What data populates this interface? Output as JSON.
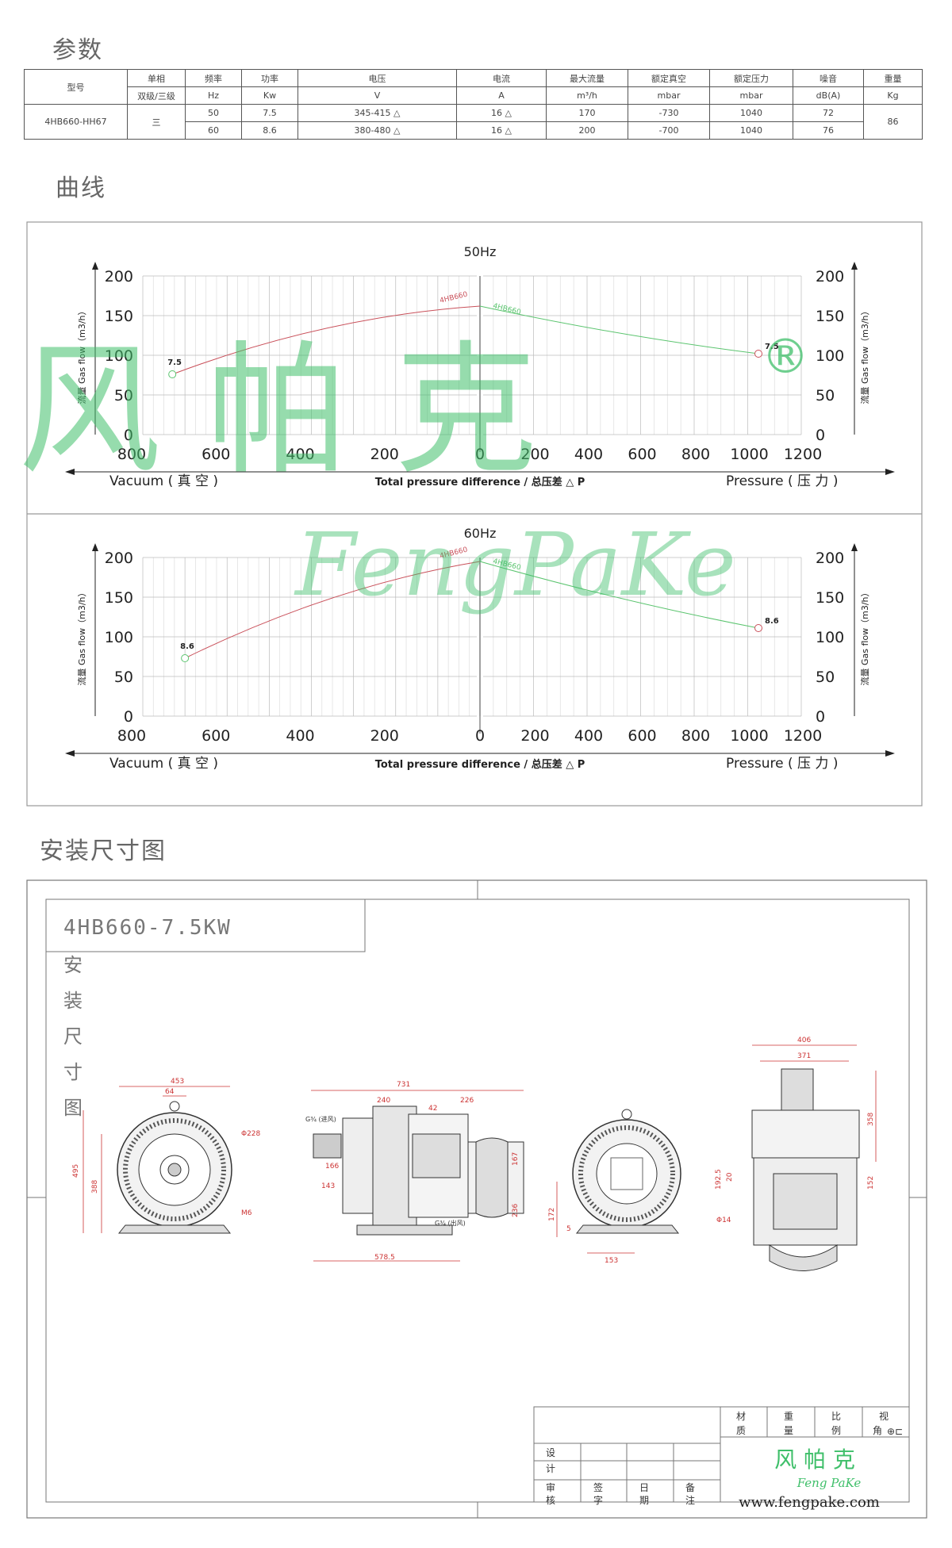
{
  "sections": {
    "params": "参数",
    "curves": "曲线",
    "install": "安装尺寸图"
  },
  "spec_table": {
    "model_label": "型号",
    "headers": [
      "单相",
      "频率",
      "功率",
      "电压",
      "电流",
      "最大流量",
      "额定真空",
      "额定压力",
      "噪音",
      "重量"
    ],
    "units": [
      "双级/三级",
      "Hz",
      "Kw",
      "V",
      "A",
      "m³/h",
      "mbar",
      "mbar",
      "dB(A)",
      "Kg"
    ],
    "model": "4HB660-HH67",
    "phase": "三",
    "rows": [
      {
        "hz": "50",
        "kw": "7.5",
        "v": "345-415 △",
        "a": "16 △",
        "flow": "170",
        "vac": "-730",
        "pres": "1040",
        "db": "72"
      },
      {
        "hz": "60",
        "kw": "8.6",
        "v": "380-480 △",
        "a": "16 △",
        "flow": "200",
        "vac": "-700",
        "pres": "1040",
        "db": "76"
      }
    ],
    "weight": "86"
  },
  "watermark": {
    "cn": "风 帕 克",
    "reg": "®",
    "en": "FengPaKe"
  },
  "chart_data": [
    {
      "type": "line",
      "title": "50Hz",
      "ylabel": "流量 Gas flow（m3/h）",
      "xlabel_left": "Vacuum ( 真 空 )",
      "xlabel_center": "Total pressure difference / 总压差 △ P",
      "xlabel_right": "Pressure ( 压 力 )",
      "vacuum_ticks": [
        "800",
        "600",
        "400",
        "200",
        "0"
      ],
      "pressure_ticks": [
        "200",
        "400",
        "600",
        "800",
        "1000",
        "1200"
      ],
      "y_ticks": [
        "0",
        "50",
        "100",
        "150",
        "200"
      ],
      "ylim": [
        0,
        200
      ],
      "vacuum_series": {
        "name": "4HB660",
        "x": [
          730,
          0
        ],
        "y": [
          76,
          162
        ]
      },
      "pressure_series": {
        "name": "4HB660",
        "x": [
          0,
          1040
        ],
        "y": [
          162,
          102
        ]
      },
      "vacuum_point_label": "7.5",
      "pressure_point_label": "7.5"
    },
    {
      "type": "line",
      "title": "60Hz",
      "ylabel": "流量 Gas flow（m3/h）",
      "xlabel_left": "Vacuum ( 真 空 )",
      "xlabel_center": "Total pressure difference / 总压差 △ P",
      "xlabel_right": "Pressure ( 压 力 )",
      "vacuum_ticks": [
        "800",
        "600",
        "400",
        "200",
        "0"
      ],
      "pressure_ticks": [
        "200",
        "400",
        "600",
        "800",
        "1000",
        "1200"
      ],
      "y_ticks": [
        "0",
        "50",
        "100",
        "150",
        "200"
      ],
      "ylim": [
        0,
        200
      ],
      "vacuum_series": {
        "name": "4HB660",
        "x": [
          700,
          0
        ],
        "y": [
          73,
          195
        ]
      },
      "pressure_series": {
        "name": "4HB660",
        "x": [
          0,
          1040
        ],
        "y": [
          195,
          111
        ]
      },
      "vacuum_point_label": "8.6",
      "pressure_point_label": "8.6"
    }
  ],
  "drawing": {
    "model_title": "4HB660-7.5KW",
    "vertical_label": [
      "安",
      "装",
      "尺",
      "寸",
      "图"
    ],
    "front_dims": [
      "453",
      "64",
      "495",
      "388",
      "Φ228",
      "M6"
    ],
    "side_dims": [
      "731",
      "240",
      "42",
      "226",
      "G¾ (进风)",
      "166",
      "143",
      "167",
      "236",
      "G¾ (出风)",
      "578.5"
    ],
    "rear_dims": [
      "172",
      "5",
      "153"
    ],
    "top_dims": [
      "406",
      "371",
      "358",
      "152",
      "192.5",
      "20",
      "Φ14"
    ]
  },
  "title_block": {
    "top": [
      "材",
      "重",
      "比",
      "视"
    ],
    "bottom": [
      "质",
      "量",
      "例",
      "角"
    ],
    "rows": [
      "设",
      "计",
      "审",
      "核"
    ],
    "cols": [
      "签",
      "日",
      "备"
    ],
    "cols2": [
      "字",
      "期",
      "注"
    ],
    "logo_cn": "风 帕 克",
    "logo_en": "Feng PaKe",
    "url": "www.fengpake.com"
  }
}
